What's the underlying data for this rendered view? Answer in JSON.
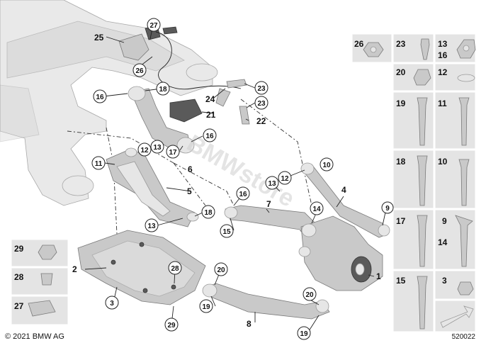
{
  "copyright": "© 2021 BMW AG",
  "diagram_id": "520022",
  "callouts": [
    "1",
    "2",
    "3",
    "4",
    "5",
    "6",
    "7",
    "8",
    "9",
    "10",
    "11",
    "12",
    "13",
    "14",
    "15",
    "16",
    "17",
    "18",
    "19",
    "20",
    "21",
    "22",
    "23",
    "24",
    "25",
    "26",
    "27",
    "28",
    "29"
  ],
  "side_grid": {
    "row1": [
      "26",
      "23",
      "13",
      "16"
    ],
    "row2": [
      "20",
      "12"
    ],
    "row3": [
      "19",
      "11"
    ],
    "row4": [
      "18",
      "10"
    ],
    "row5": [
      "17",
      "9",
      "14"
    ],
    "row6": [
      "15",
      "3"
    ]
  },
  "left_grid": [
    "29",
    "28",
    "27"
  ]
}
